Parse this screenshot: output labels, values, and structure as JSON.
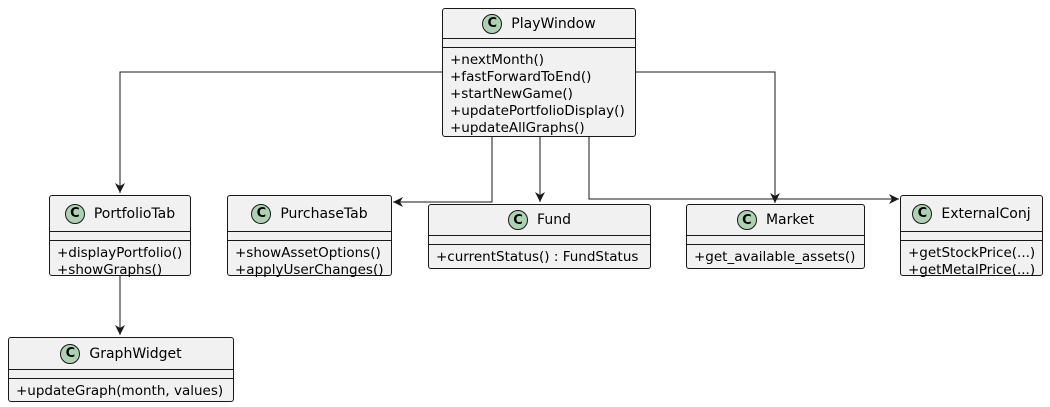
{
  "colors": {
    "box_fill": "#f1f1f1",
    "border": "#181818",
    "badge_fill": "#add1b2",
    "arrow": "#181818"
  },
  "classes": {
    "play_window": {
      "badge": "C",
      "name": "PlayWindow",
      "methods": [
        "+nextMonth()",
        "+fastForwardToEnd()",
        "+startNewGame()",
        "+updatePortfolioDisplay()",
        "+updateAllGraphs()"
      ]
    },
    "portfolio_tab": {
      "badge": "C",
      "name": "PortfolioTab",
      "methods": [
        "+displayPortfolio()",
        "+showGraphs()"
      ]
    },
    "purchase_tab": {
      "badge": "C",
      "name": "PurchaseTab",
      "methods": [
        "+showAssetOptions()",
        "+applyUserChanges()"
      ]
    },
    "fund": {
      "badge": "C",
      "name": "Fund",
      "methods": [
        "+currentStatus() : FundStatus"
      ]
    },
    "market": {
      "badge": "C",
      "name": "Market",
      "methods": [
        "+get_available_assets()"
      ]
    },
    "external_conj": {
      "badge": "C",
      "name": "ExternalConj",
      "methods": [
        "+getStockPrice(...)",
        "+getMetalPrice(...)"
      ]
    },
    "graph_widget": {
      "badge": "C",
      "name": "GraphWidget",
      "methods": [
        "+updateGraph(month, values)"
      ]
    }
  },
  "associations": [
    {
      "from": "PlayWindow",
      "to": "PortfolioTab"
    },
    {
      "from": "PlayWindow",
      "to": "PurchaseTab"
    },
    {
      "from": "PlayWindow",
      "to": "Fund"
    },
    {
      "from": "PlayWindow",
      "to": "Market"
    },
    {
      "from": "PlayWindow",
      "to": "ExternalConj"
    },
    {
      "from": "PortfolioTab",
      "to": "GraphWidget"
    }
  ]
}
